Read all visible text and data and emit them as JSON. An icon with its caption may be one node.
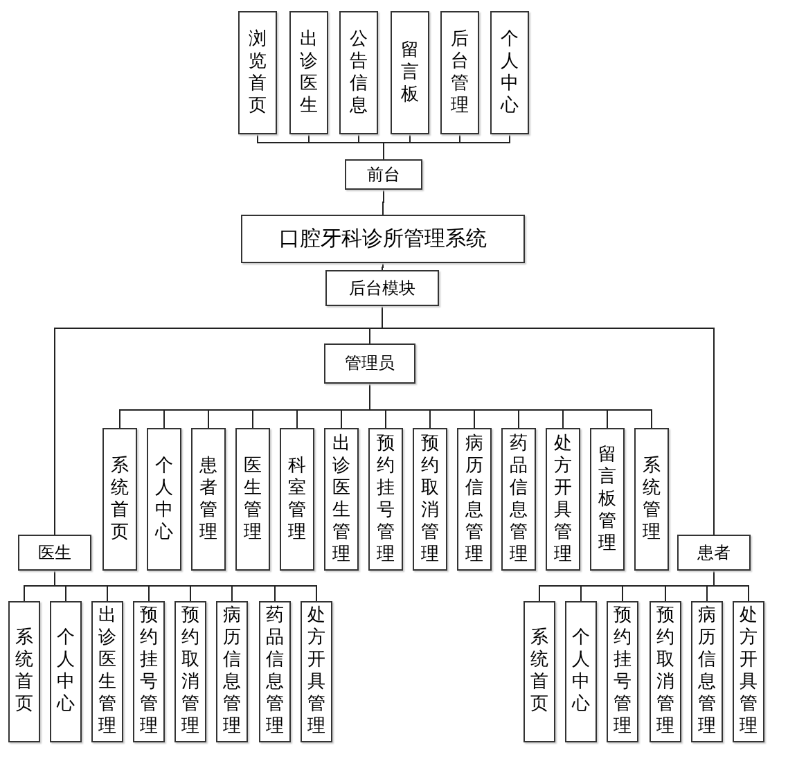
{
  "diagram": {
    "nodes": [
      {
        "text": [
          "浏览首页"
        ]
      },
      {
        "text": [
          "出诊医生"
        ]
      },
      {
        "text": [
          "公告信息"
        ]
      },
      {
        "text": [
          "留言板"
        ]
      },
      {
        "text": [
          "后台管理"
        ]
      },
      {
        "text": [
          "个人中心"
        ]
      },
      {
        "text": [
          "前台"
        ]
      },
      {
        "text": [
          "口腔牙科诊所管理系统"
        ]
      },
      {
        "text": [
          "后台模块"
        ]
      },
      {
        "text": [
          "管理员"
        ]
      },
      {
        "text": [
          "医生"
        ]
      },
      {
        "text": [
          "系统首页"
        ]
      },
      {
        "text": [
          "个人中心"
        ]
      },
      {
        "text": [
          "患者管理"
        ]
      },
      {
        "text": [
          "医生管理"
        ]
      },
      {
        "text": [
          "科室管理"
        ]
      },
      {
        "text": [
          "出诊医生管理"
        ]
      },
      {
        "text": [
          "预约挂号管理"
        ]
      },
      {
        "text": [
          "预约取消管理"
        ]
      },
      {
        "text": [
          "病历信息管理"
        ]
      },
      {
        "text": [
          "药品信息管理"
        ]
      },
      {
        "text": [
          "处方开具管理"
        ]
      },
      {
        "text": [
          "留言板管理"
        ]
      },
      {
        "text": [
          "系统管理"
        ]
      },
      {
        "text": [
          "患者"
        ]
      },
      {
        "text": [
          "系统首页"
        ]
      },
      {
        "text": [
          "个人中心"
        ]
      },
      {
        "text": [
          "出诊医生管理"
        ]
      },
      {
        "text": [
          "预约挂号管理"
        ]
      },
      {
        "text": [
          "预约取消管理"
        ]
      },
      {
        "text": [
          "病历信息管理"
        ]
      },
      {
        "text": [
          "药品信息管理"
        ]
      },
      {
        "text": [
          "处方开具管理"
        ]
      },
      {
        "text": [
          "系统首页"
        ]
      },
      {
        "text": [
          "个人中心"
        ]
      },
      {
        "text": [
          "预约挂号管理"
        ]
      },
      {
        "text": [
          "预约取消管理"
        ]
      },
      {
        "text": [
          "病历信息管理"
        ]
      },
      {
        "text": [
          "处方开具管理"
        ]
      }
    ],
    "edges": [
      {
        "from": 0,
        "to": 6,
        "arrow": "none"
      },
      {
        "from": 1,
        "to": 6,
        "arrow": "none"
      },
      {
        "from": 2,
        "to": 6,
        "arrow": "none"
      },
      {
        "from": 3,
        "to": 6,
        "arrow": "none"
      },
      {
        "from": 4,
        "to": 6,
        "arrow": "none"
      },
      {
        "from": 5,
        "to": 6,
        "arrow": "none"
      },
      {
        "from": 6,
        "to": 7,
        "arrow": "none"
      },
      {
        "from": 7,
        "to": 8,
        "arrow": "none"
      },
      {
        "from": 8,
        "to": 9,
        "arrow": "none"
      },
      {
        "from": 8,
        "to": 10,
        "arrow": "none"
      },
      {
        "from": 8,
        "to": 24,
        "arrow": "none"
      },
      {
        "from": 9,
        "to": 11,
        "arrow": "none"
      },
      {
        "from": 9,
        "to": 12,
        "arrow": "none"
      },
      {
        "from": 9,
        "to": 13,
        "arrow": "none"
      },
      {
        "from": 9,
        "to": 14,
        "arrow": "none"
      },
      {
        "from": 9,
        "to": 15,
        "arrow": "none"
      },
      {
        "from": 9,
        "to": 16,
        "arrow": "none"
      },
      {
        "from": 9,
        "to": 17,
        "arrow": "none"
      },
      {
        "from": 9,
        "to": 18,
        "arrow": "none"
      },
      {
        "from": 9,
        "to": 19,
        "arrow": "none"
      },
      {
        "from": 9,
        "to": 20,
        "arrow": "none"
      },
      {
        "from": 9,
        "to": 21,
        "arrow": "none"
      },
      {
        "from": 9,
        "to": 22,
        "arrow": "none"
      },
      {
        "from": 9,
        "to": 23,
        "arrow": "none"
      },
      {
        "from": 10,
        "to": 25,
        "arrow": "none"
      },
      {
        "from": 10,
        "to": 26,
        "arrow": "none"
      },
      {
        "from": 10,
        "to": 27,
        "arrow": "none"
      },
      {
        "from": 10,
        "to": 28,
        "arrow": "none"
      },
      {
        "from": 10,
        "to": 29,
        "arrow": "none"
      },
      {
        "from": 10,
        "to": 30,
        "arrow": "none"
      },
      {
        "from": 10,
        "to": 31,
        "arrow": "none"
      },
      {
        "from": 10,
        "to": 32,
        "arrow": "none"
      },
      {
        "from": 24,
        "to": 33,
        "arrow": "none"
      },
      {
        "from": 24,
        "to": 34,
        "arrow": "none"
      },
      {
        "from": 24,
        "to": 35,
        "arrow": "none"
      },
      {
        "from": 24,
        "to": 36,
        "arrow": "none"
      },
      {
        "from": 24,
        "to": 37,
        "arrow": "none"
      },
      {
        "from": 24,
        "to": 38,
        "arrow": "none"
      }
    ]
  }
}
